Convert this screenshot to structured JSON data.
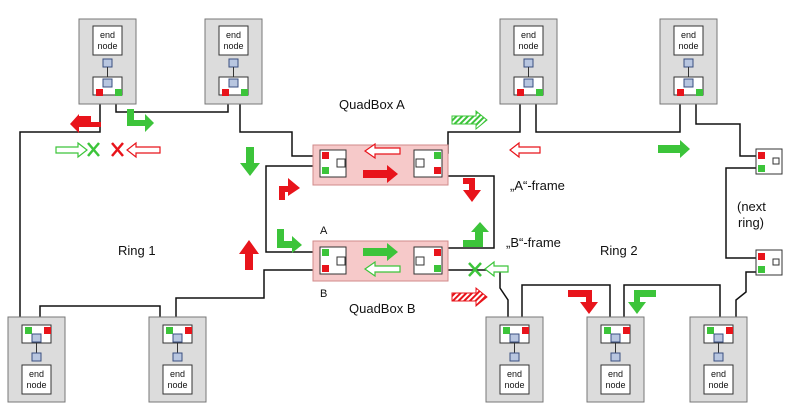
{
  "labels": {
    "quadbox_a": "QuadBox A",
    "quadbox_b": "QuadBox B",
    "a_frame": "„A“-frame",
    "b_frame": "„B“-frame",
    "ring1": "Ring 1",
    "ring2": "Ring 2",
    "next_ring_1": "(next",
    "next_ring_2": "ring)",
    "port_a": "A",
    "port_b": "B",
    "end_1": "end",
    "end_2": "node"
  },
  "colors": {
    "red": "#e8141b",
    "green": "#3cc43a",
    "quadbox_fill": "#f6c9c9",
    "node_fill": "#dcdcdc",
    "screen_fill": "#b8c6e0"
  }
}
